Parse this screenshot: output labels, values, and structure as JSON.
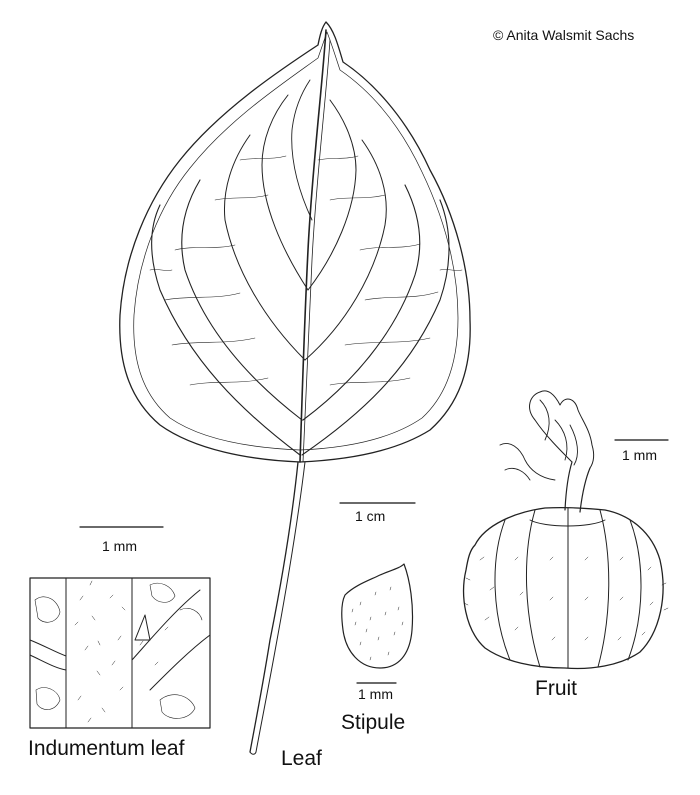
{
  "copyright": "© Anita Walsmit Sachs",
  "labels": {
    "indumentum": "Indumentum leaf",
    "leaf": "Leaf",
    "stipule": "Stipule",
    "fruit": "Fruit"
  },
  "scale_bars": {
    "indumentum": "1 mm",
    "leaf": "1 cm",
    "stipule": "1 mm",
    "fruit": "1 mm"
  },
  "colors": {
    "ink": "#111111",
    "paper": "#ffffff"
  }
}
